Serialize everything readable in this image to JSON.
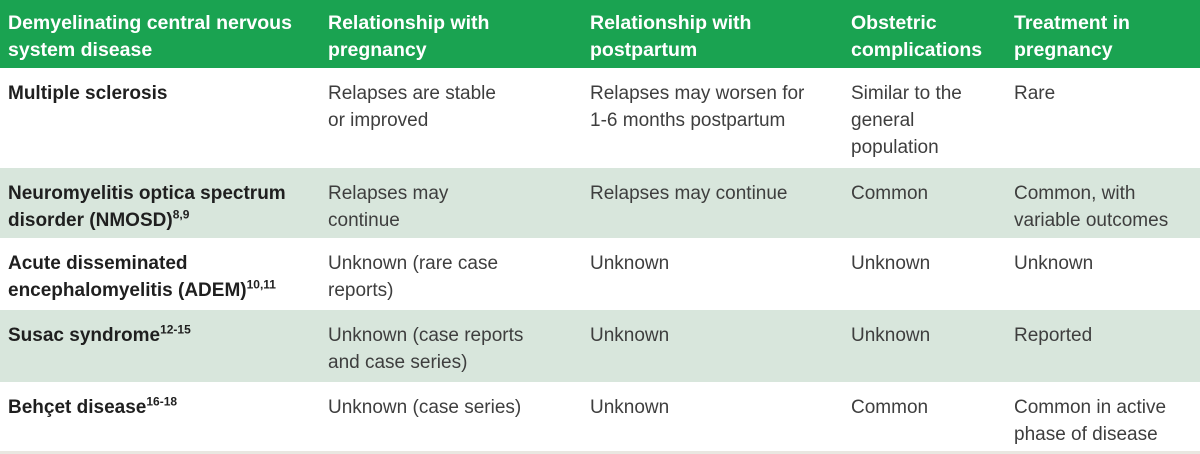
{
  "table": {
    "colors": {
      "header_bg": "#1aa351",
      "header_text": "#ffffff",
      "alt_row_bg": "#d8e6dc",
      "white_row_bg": "#ffffff",
      "body_text": "#3e3e3e",
      "disease_text": "#1f1f1f",
      "bottom_rule": "#e9e7e1"
    },
    "columns": [
      {
        "label": "Demyelinating central nervous\nsystem disease"
      },
      {
        "label": "Relationship with\npregnancy"
      },
      {
        "label": "Relationship with\npostpartum"
      },
      {
        "label": "Obstetric\ncomplications"
      },
      {
        "label": "Treatment in\npregnancy"
      }
    ],
    "rows": [
      {
        "disease": "Multiple sclerosis",
        "disease_sup": "",
        "pregnancy": "Relapses are stable\nor improved",
        "postpartum": "Relapses may worsen for\n1-6 months postpartum",
        "obstetric": "Similar to the\ngeneral\npopulation",
        "treatment": "Rare"
      },
      {
        "disease": "Neuromyelitis optica spectrum\ndisorder (NMOSD)",
        "disease_sup": "8,9",
        "pregnancy": "Relapses may\ncontinue",
        "postpartum": "Relapses may continue",
        "obstetric": "Common",
        "treatment": "Common, with\nvariable outcomes"
      },
      {
        "disease": "Acute disseminated\nencephalomyelitis (ADEM)",
        "disease_sup": "10,11",
        "pregnancy": "Unknown (rare case\nreports)",
        "postpartum": "Unknown",
        "obstetric": "Unknown",
        "treatment": "Unknown"
      },
      {
        "disease": "Susac syndrome",
        "disease_sup": "12-15",
        "pregnancy": "Unknown (case reports\nand case series)",
        "postpartum": "Unknown",
        "obstetric": "Unknown",
        "treatment": "Reported"
      },
      {
        "disease": "Behçet disease",
        "disease_sup": "16-18",
        "pregnancy": "Unknown (case series)",
        "postpartum": "Unknown",
        "obstetric": "Common",
        "treatment": "Common in active\nphase of disease"
      }
    ]
  }
}
